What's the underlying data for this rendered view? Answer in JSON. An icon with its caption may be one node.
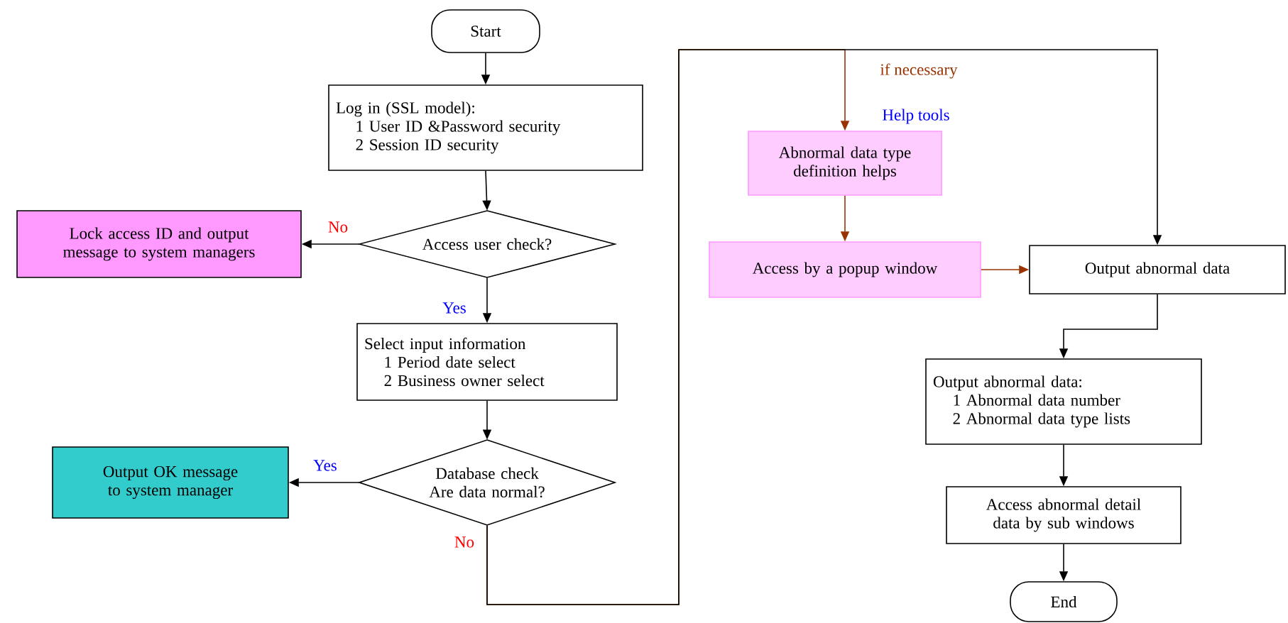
{
  "diagram": {
    "nodes": [
      {
        "text": [
          "Start"
        ]
      },
      {
        "text": [
          "Log in (SSL model):",
          "1 User ID &Password security",
          "2 Session ID security"
        ]
      },
      {
        "text": [
          "Access user check?"
        ]
      },
      {
        "text": [
          "Lock access ID and output message to system managers"
        ]
      },
      {
        "text": [
          "Select input information",
          "1 Period date select",
          "2 Business owner select"
        ]
      },
      {
        "text": [
          "Database check Are data normal?"
        ]
      },
      {
        "text": [
          "Output OK message to system manager"
        ]
      },
      {
        "text": [
          "Abnormal data type definition helps"
        ],
        "beside": [
          "Help tools"
        ]
      },
      {
        "text": [
          "Access by a popup window"
        ]
      },
      {
        "text": [
          "Output abnormal data"
        ]
      },
      {
        "text": [
          "Output abnormal data:",
          "1 Abnormal data number",
          "2 Abnormal data type lists"
        ]
      },
      {
        "text": [
          "Access abnormal detail data by sub windows"
        ]
      },
      {
        "text": [
          "End"
        ]
      }
    ],
    "edges": [
      {
        "from": 0,
        "to": 1,
        "arrow": "to"
      },
      {
        "from": 1,
        "to": 2,
        "arrow": "to"
      },
      {
        "from": 2,
        "to": 3,
        "arrow": "to",
        "label": "No"
      },
      {
        "from": 2,
        "to": 4,
        "arrow": "to",
        "label": "Yes"
      },
      {
        "from": 4,
        "to": 5,
        "arrow": "to"
      },
      {
        "from": 5,
        "to": 6,
        "arrow": "to",
        "label": "Yes"
      },
      {
        "from": 5,
        "to": 9,
        "arrow": "to",
        "label": "No"
      },
      {
        "from": 5,
        "to": 7,
        "arrow": "to",
        "label": "if necessary",
        "color": "#993300"
      },
      {
        "from": 7,
        "to": 8,
        "arrow": "to",
        "color": "#993300"
      },
      {
        "from": 8,
        "to": 9,
        "arrow": "to",
        "color": "#993300"
      },
      {
        "from": 9,
        "to": 10,
        "arrow": "to"
      },
      {
        "from": 10,
        "to": 11,
        "arrow": "to"
      },
      {
        "from": 11,
        "to": 12,
        "arrow": "to"
      }
    ]
  }
}
